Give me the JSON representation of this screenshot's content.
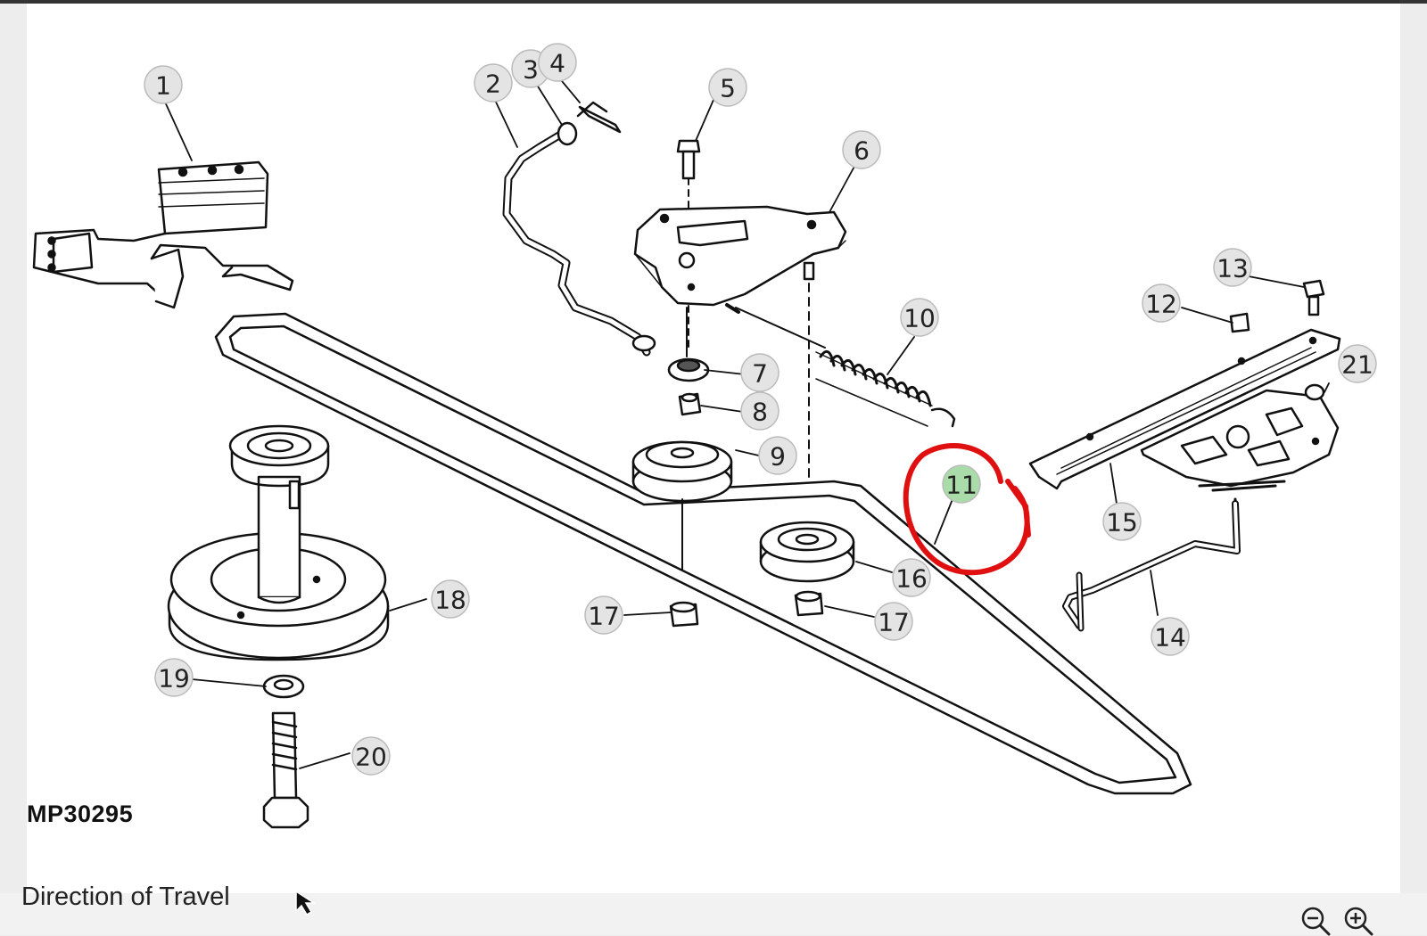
{
  "diagram": {
    "model_code": "MP30295",
    "callouts": [
      {
        "label": "1",
        "highlighted": false
      },
      {
        "label": "2",
        "highlighted": false
      },
      {
        "label": "3",
        "highlighted": false
      },
      {
        "label": "4",
        "highlighted": false
      },
      {
        "label": "5",
        "highlighted": false
      },
      {
        "label": "6",
        "highlighted": false
      },
      {
        "label": "7",
        "highlighted": false
      },
      {
        "label": "8",
        "highlighted": false
      },
      {
        "label": "9",
        "highlighted": false
      },
      {
        "label": "10",
        "highlighted": false
      },
      {
        "label": "11",
        "highlighted": true
      },
      {
        "label": "12",
        "highlighted": false
      },
      {
        "label": "13",
        "highlighted": false
      },
      {
        "label": "14",
        "highlighted": false
      },
      {
        "label": "15",
        "highlighted": false
      },
      {
        "label": "16",
        "highlighted": false
      },
      {
        "label": "17",
        "highlighted": false
      },
      {
        "label": "17",
        "highlighted": false
      },
      {
        "label": "18",
        "highlighted": false
      },
      {
        "label": "19",
        "highlighted": false
      },
      {
        "label": "20",
        "highlighted": false
      },
      {
        "label": "21",
        "highlighted": false
      }
    ]
  },
  "footer": {
    "caption": "Direction of Travel",
    "icons": [
      "cursor-arrow-icon",
      "zoom-out-icon",
      "zoom-in-icon"
    ]
  },
  "colors": {
    "callout_fill": "#e4e4e4",
    "callout_highlight_fill": "#a9dca9",
    "annotation_red": "#e01010",
    "line": "#111111"
  }
}
